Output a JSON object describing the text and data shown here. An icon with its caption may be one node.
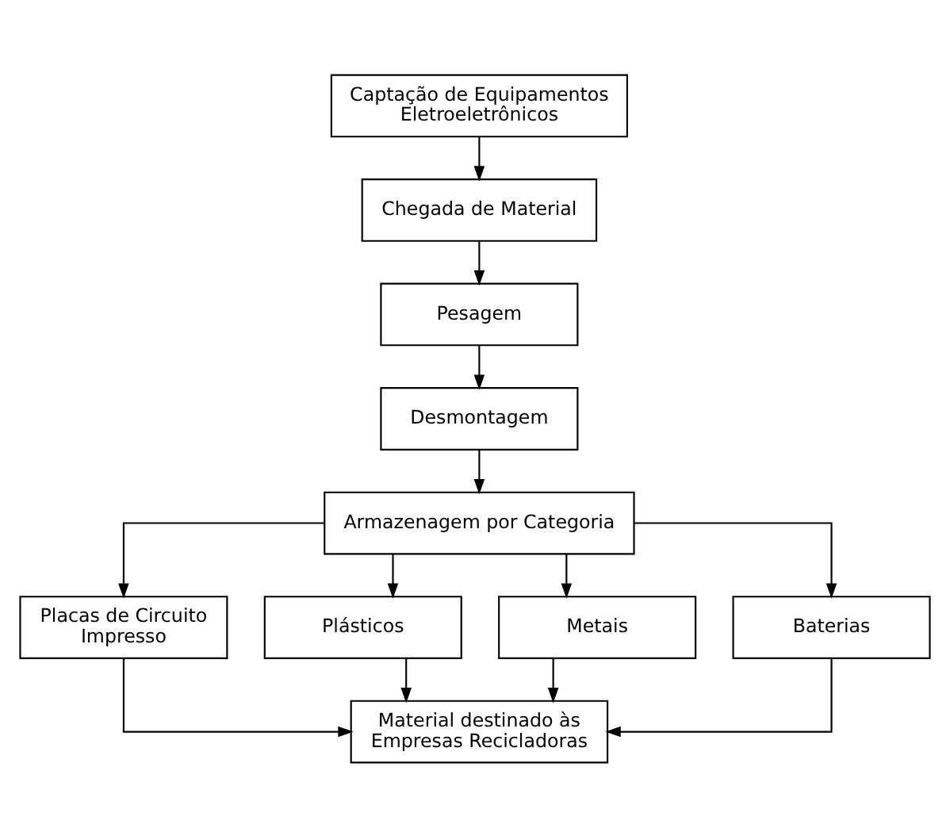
{
  "diagram": {
    "nodes": [
      {
        "text": [
          "Captação de Equipamentos Eletroeletrônicos"
        ]
      },
      {
        "text": [
          "Chegada de Material"
        ]
      },
      {
        "text": [
          "Pesagem"
        ]
      },
      {
        "text": [
          "Desmontagem"
        ]
      },
      {
        "text": [
          "Armazenagem por Categoria"
        ]
      },
      {
        "text": [
          "Placas de Circuito Impresso"
        ]
      },
      {
        "text": [
          "Plásticos"
        ]
      },
      {
        "text": [
          "Metais"
        ]
      },
      {
        "text": [
          "Baterias"
        ]
      },
      {
        "text": [
          "Material destinado às Empresas Recicladoras"
        ]
      }
    ],
    "edges": [
      {
        "from": 0,
        "to": 1,
        "arrow": "to"
      },
      {
        "from": 1,
        "to": 2,
        "arrow": "to"
      },
      {
        "from": 2,
        "to": 3,
        "arrow": "to"
      },
      {
        "from": 3,
        "to": 4,
        "arrow": "to"
      },
      {
        "from": 4,
        "to": 5,
        "arrow": "to"
      },
      {
        "from": 4,
        "to": 6,
        "arrow": "to"
      },
      {
        "from": 4,
        "to": 7,
        "arrow": "to"
      },
      {
        "from": 4,
        "to": 8,
        "arrow": "to"
      },
      {
        "from": 5,
        "to": 9,
        "arrow": "to"
      },
      {
        "from": 6,
        "to": 9,
        "arrow": "to"
      },
      {
        "from": 7,
        "to": 9,
        "arrow": "to"
      },
      {
        "from": 8,
        "to": 9,
        "arrow": "to"
      }
    ]
  }
}
